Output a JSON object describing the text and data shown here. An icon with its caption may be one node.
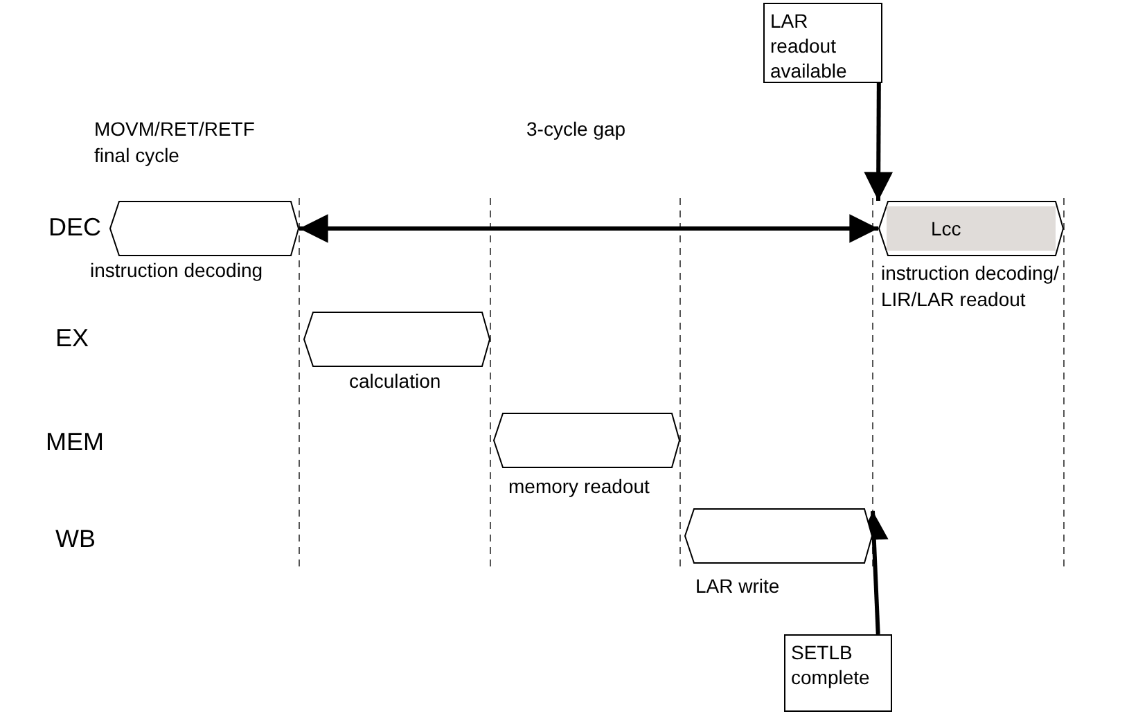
{
  "diagram": {
    "nodes": [
      {
        "text": [
          "LAR readout available"
        ]
      },
      {
        "text": [],
        "shape": "hexagon",
        "beside": [
          "MOVM/RET/RETF final cycle",
          "instruction decoding"
        ]
      },
      {
        "text": [],
        "shape": "hexagon",
        "beside": [
          "calculation"
        ]
      },
      {
        "text": [],
        "shape": "hexagon",
        "beside": [
          "memory readout"
        ]
      },
      {
        "text": [],
        "shape": "hexagon",
        "beside": [
          "LAR write"
        ]
      },
      {
        "text": [
          "Lcc"
        ],
        "beside": [
          "instruction decoding/ LIR/LAR readout"
        ]
      },
      {
        "text": [
          "SETLB complete"
        ]
      }
    ],
    "edges": [
      {
        "from": 0,
        "to": 5,
        "arrow": "to"
      },
      {
        "from": 1,
        "to": 5,
        "arrow": "both",
        "label": "3-cycle gap"
      },
      {
        "from": 6,
        "to": 4,
        "arrow": "to"
      }
    ],
    "labels": [
      "DEC",
      "EX",
      "MEM",
      "WB"
    ]
  }
}
